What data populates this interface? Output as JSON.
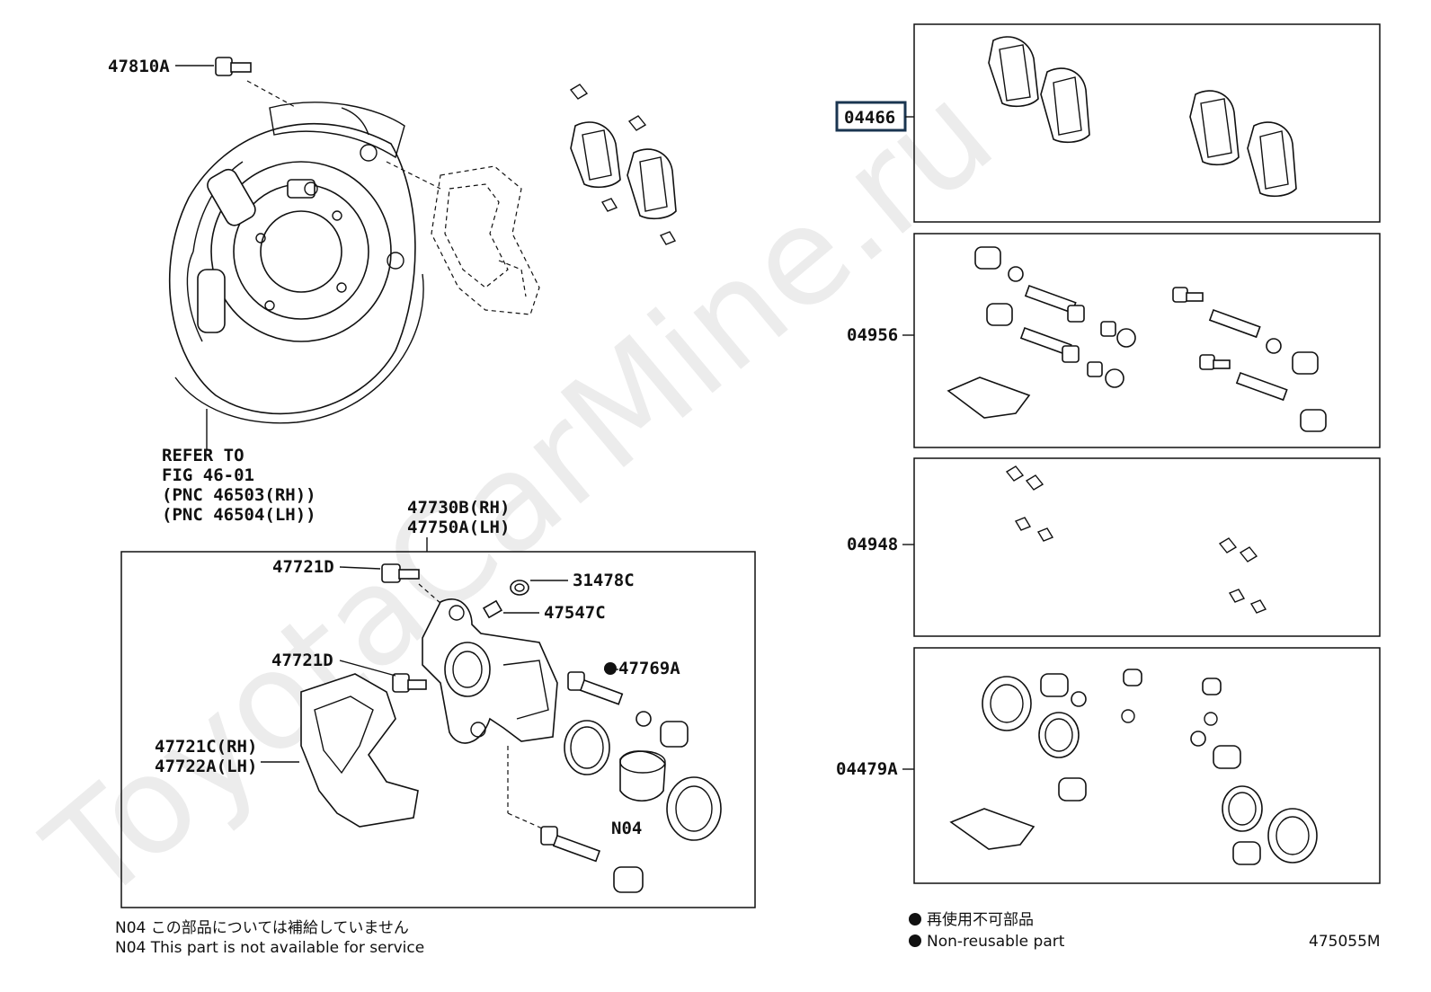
{
  "watermark": "ToyotaCarMine.ru",
  "labels": {
    "p47810A": "47810A",
    "refer1": "REFER TO",
    "refer2": "FIG 46-01",
    "refer3": "(PNC 46503(RH))",
    "refer4": "(PNC 46504(LH))",
    "p47730B": "47730B(RH)",
    "p47750A": "47750A(LH)",
    "p47721D_a": "47721D",
    "p47721D_b": "47721D",
    "p31478C": "31478C",
    "p47547C": "47547C",
    "p47769A": "47769A",
    "p47721C": "47721C(RH)",
    "p47722A": "47722A(LH)",
    "pN04": "N04",
    "p04466": "04466",
    "p04956": "04956",
    "p04948": "04948",
    "p04479A": "04479A",
    "diagram_id": "475055M"
  },
  "notes": {
    "n04_jp": "N04  この部品については補給していません",
    "n04_en": "N04  This part is not available for service",
    "nonreuse_jp": "再使用不可部品",
    "nonreuse_en": "Non-reusable part"
  }
}
